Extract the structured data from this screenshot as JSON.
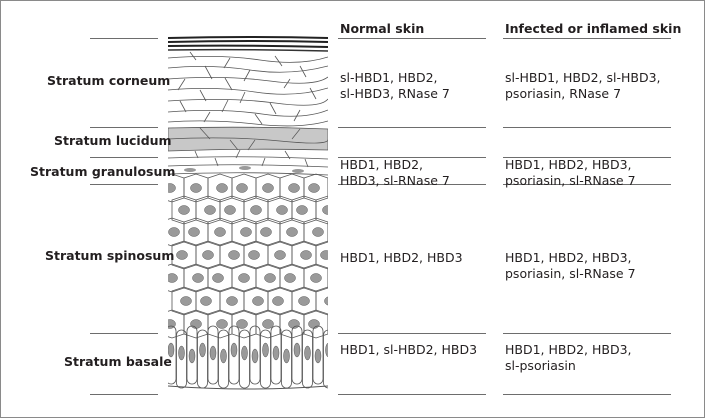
{
  "columns": {
    "normal": "Normal skin",
    "infected": "Infected or inflamed skin"
  },
  "layers": [
    {
      "name": "Stratum corneum",
      "normal": [
        "sl-HBD1, HBD2,",
        "sl-HBD3, RNase 7"
      ],
      "infected": [
        "sl-HBD1, HBD2, sl-HBD3,",
        "psoriasin, RNase 7"
      ]
    },
    {
      "name": "Stratum lucidum",
      "normal": [],
      "infected": []
    },
    {
      "name": "Stratum granulosum",
      "normal": [
        "HBD1, HBD2,",
        "HBD3, sl-RNase 7"
      ],
      "infected": [
        "HBD1, HBD2, HBD3,",
        "psoriasin, sl-RNase 7"
      ]
    },
    {
      "name": "Stratum spinosum",
      "normal": [
        "HBD1, HBD2, HBD3"
      ],
      "infected": [
        "HBD1, HBD2, HBD3,",
        "psoriasin, sl-RNase 7"
      ]
    },
    {
      "name": "Stratum basale",
      "normal": [
        "HBD1, sl-HBD2, HBD3"
      ],
      "infected": [
        "HBD1, HBD2, HBD3,",
        "sl-psoriasin"
      ]
    }
  ],
  "colors": {
    "line": "#6d6d6d",
    "cell_outline": "#555555",
    "nucleus": "#9a9a9a",
    "lucidum_fill": "#c8c8c8"
  }
}
